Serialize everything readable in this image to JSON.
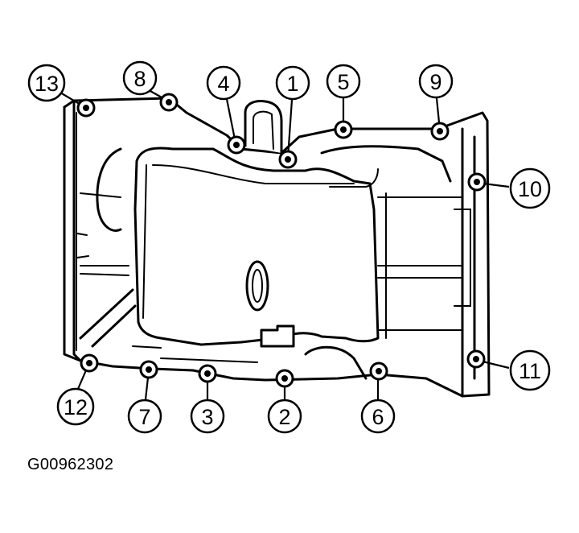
{
  "figure_code": "G00962302",
  "callouts": [
    "1",
    "2",
    "3",
    "4",
    "5",
    "6",
    "7",
    "8",
    "9",
    "10",
    "11",
    "12",
    "13"
  ]
}
